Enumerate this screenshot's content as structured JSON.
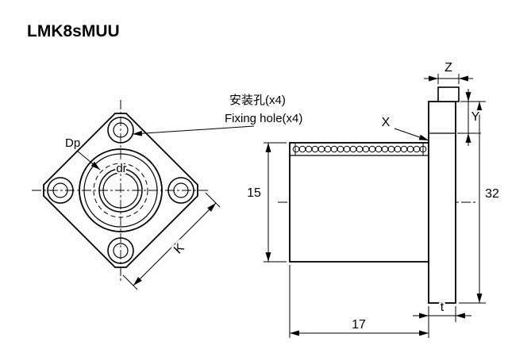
{
  "title": "LMK8sMUU",
  "front_view": {
    "dp_label": "Dp",
    "dr_label": "dr",
    "k_label": "K",
    "annotation_cn": "安装孔(x4)",
    "annotation_en": "Fixing hole(x4)"
  },
  "side_view": {
    "dim_od": "15",
    "dim_flange": "32",
    "dim_length": "17",
    "dim_t": "t",
    "dim_z": "Z",
    "dim_x": "X",
    "dim_y": "Y"
  }
}
